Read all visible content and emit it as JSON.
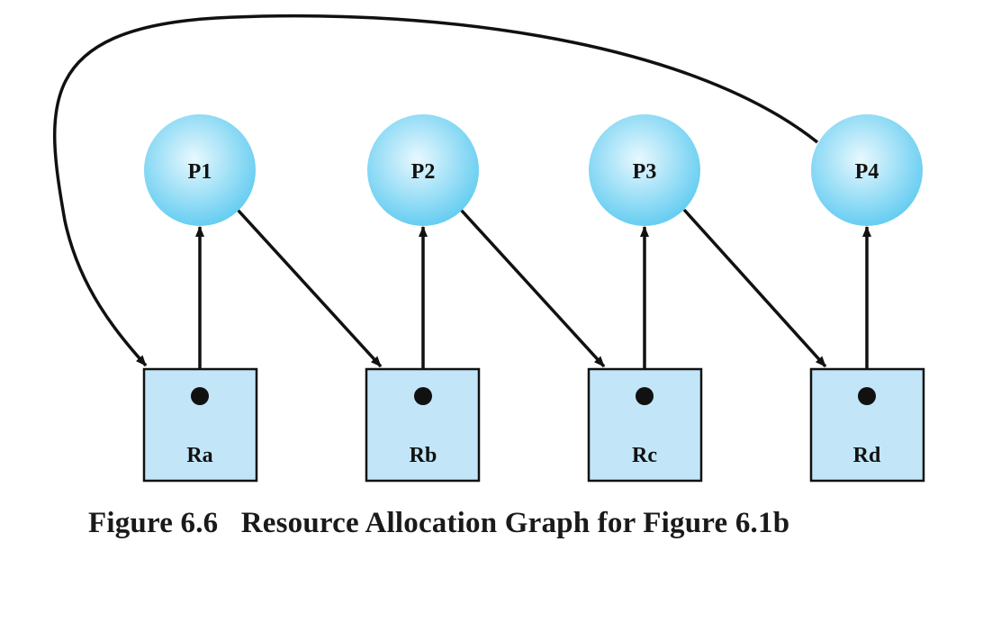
{
  "processes": [
    {
      "id": "P1",
      "label": "P1"
    },
    {
      "id": "P2",
      "label": "P2"
    },
    {
      "id": "P3",
      "label": "P3"
    },
    {
      "id": "P4",
      "label": "P4"
    }
  ],
  "resources": [
    {
      "id": "Ra",
      "label": "Ra"
    },
    {
      "id": "Rb",
      "label": "Rb"
    },
    {
      "id": "Rc",
      "label": "Rc"
    },
    {
      "id": "Rd",
      "label": "Rd"
    }
  ],
  "edges": [
    {
      "from": "Ra",
      "to": "P1",
      "kind": "assignment"
    },
    {
      "from": "Rb",
      "to": "P2",
      "kind": "assignment"
    },
    {
      "from": "Rc",
      "to": "P3",
      "kind": "assignment"
    },
    {
      "from": "Rd",
      "to": "P4",
      "kind": "assignment"
    },
    {
      "from": "P1",
      "to": "Rb",
      "kind": "request"
    },
    {
      "from": "P2",
      "to": "Rc",
      "kind": "request"
    },
    {
      "from": "P3",
      "to": "Rd",
      "kind": "request"
    },
    {
      "from": "P4",
      "to": "Ra",
      "kind": "request"
    }
  ],
  "colors": {
    "process_fill_light": "#e8f8fe",
    "process_fill_dark": "#5ccaf0",
    "resource_fill": "#c2e6f8",
    "stroke": "#111111"
  },
  "caption": "Figure 6.6   Resource Allocation Graph for Figure 6.1b"
}
